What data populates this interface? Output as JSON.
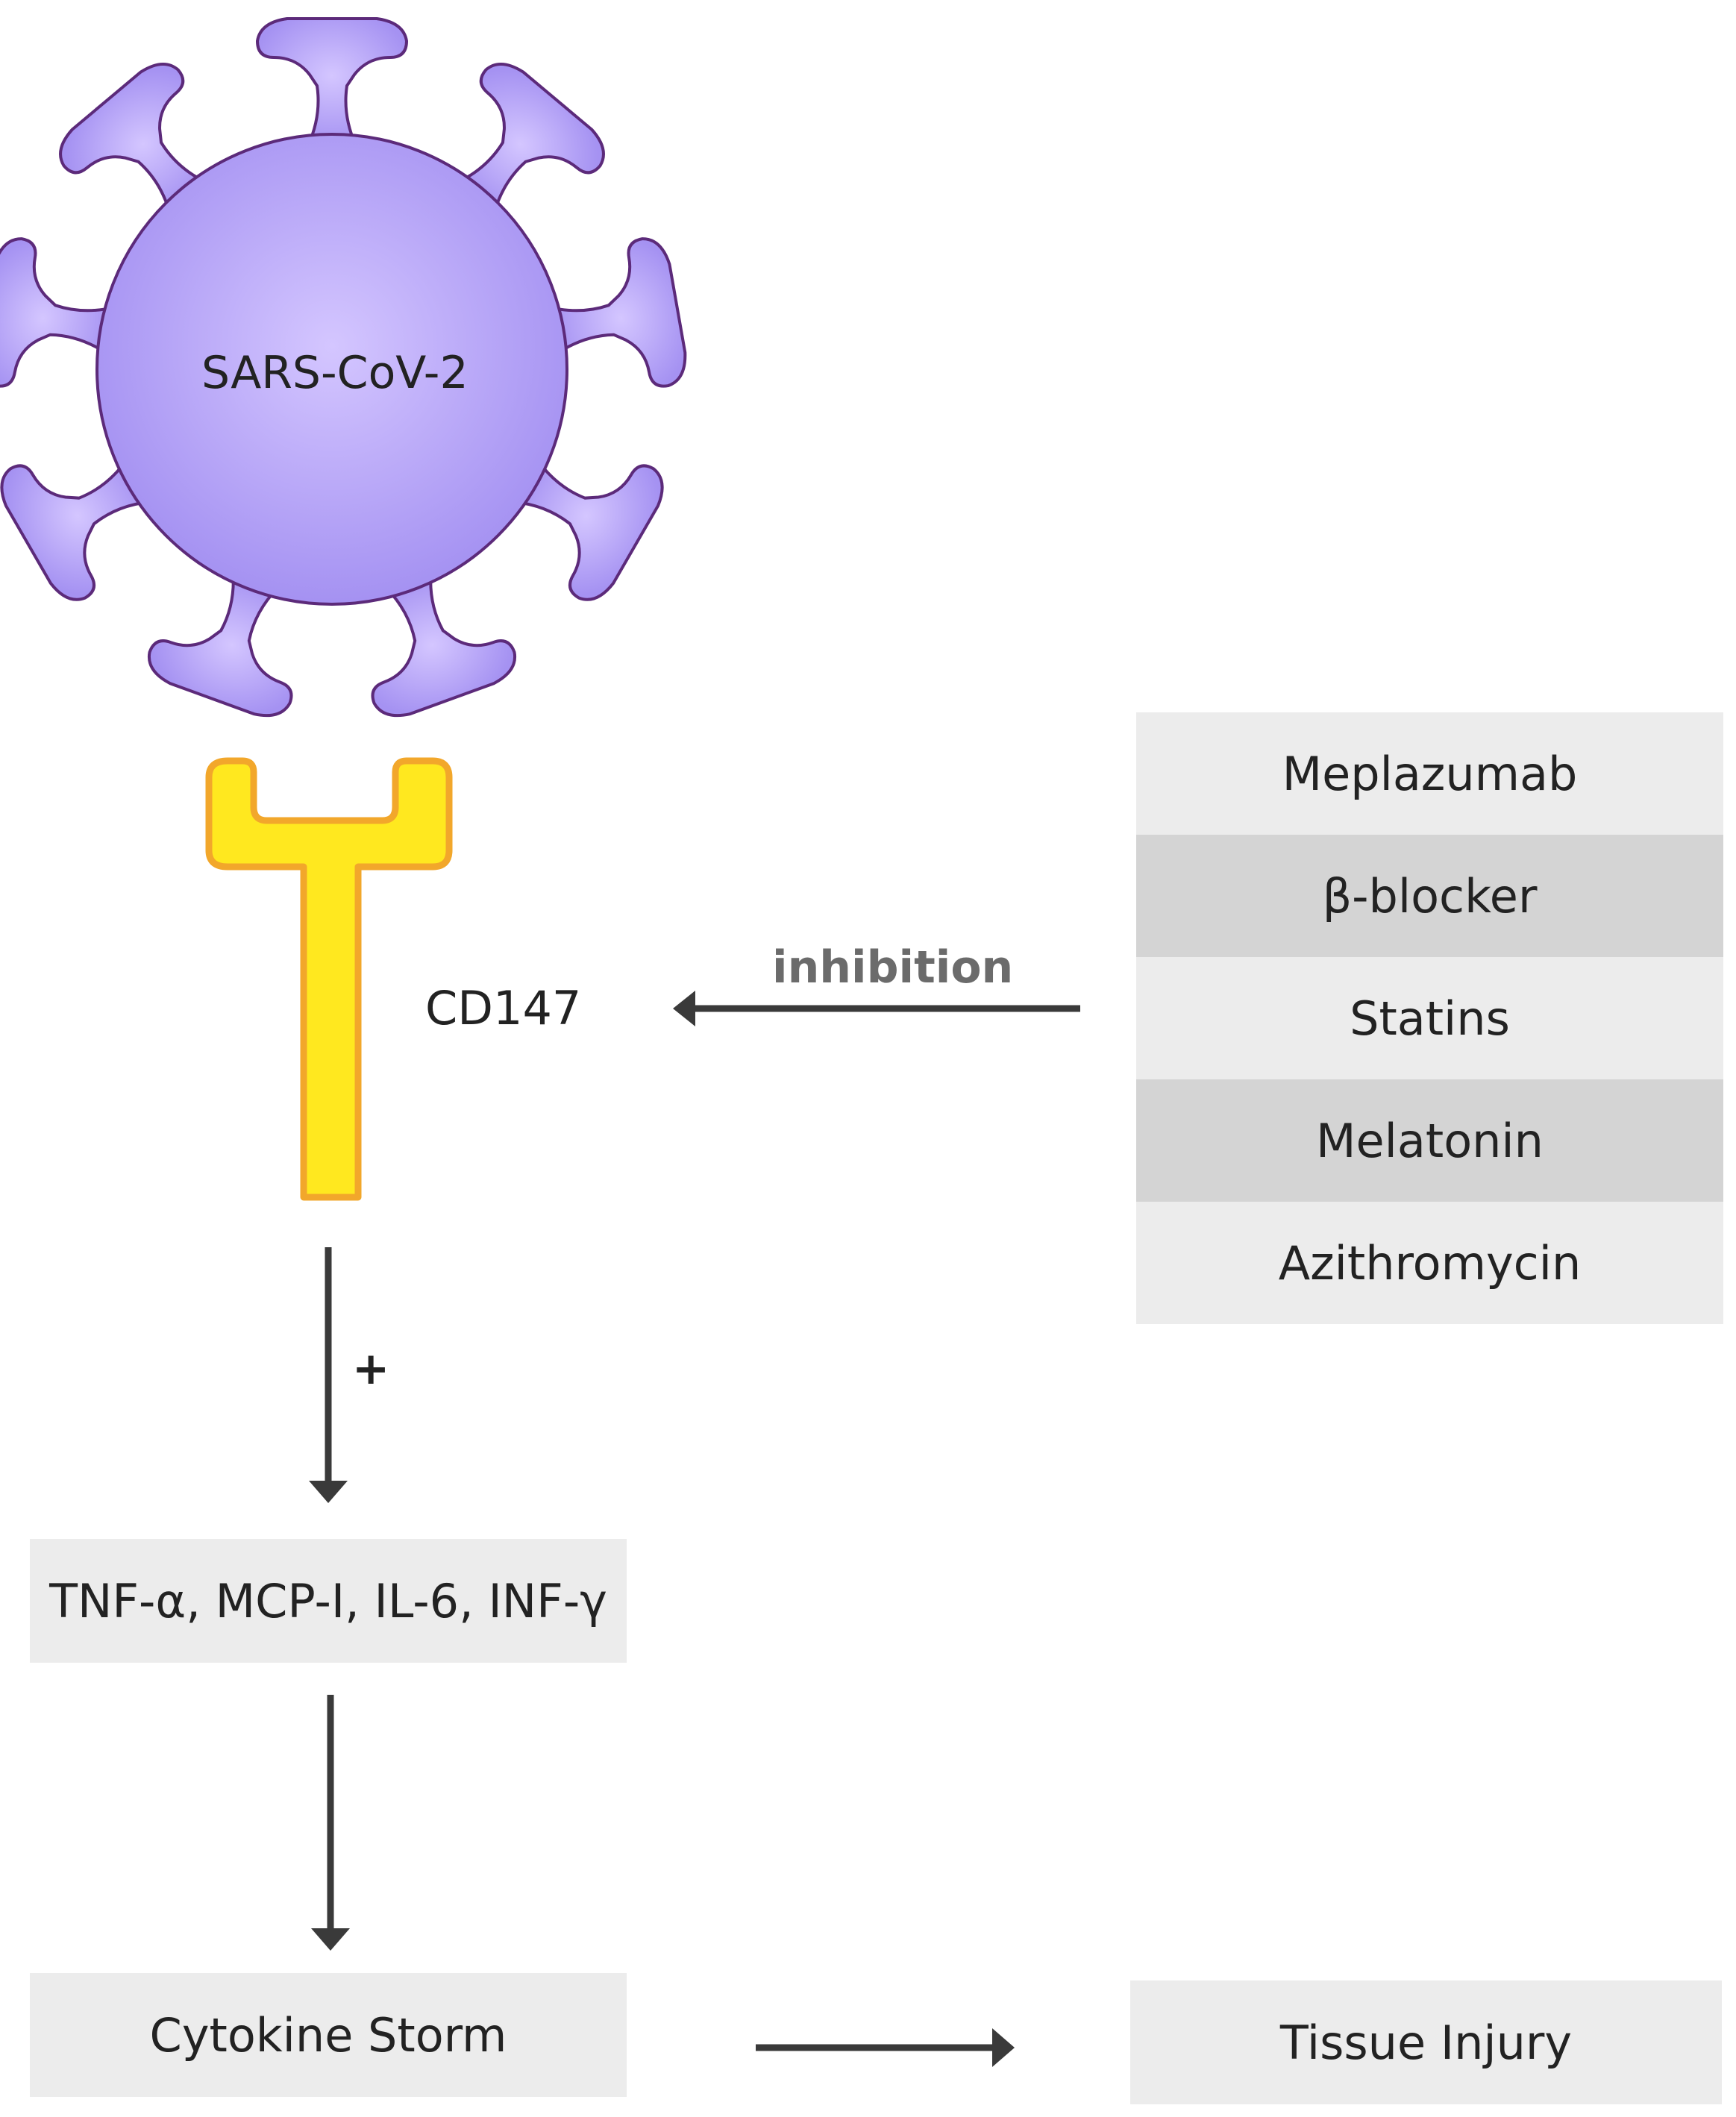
{
  "virus": {
    "label": "SARS-CoV-2",
    "fill": "#b3a1f5",
    "stroke": "#5c2a7a"
  },
  "receptor": {
    "label": "CD147",
    "fill": "#ffe81f",
    "stroke": "#f2a72b"
  },
  "inhibition": {
    "label": "inhibition",
    "color": "#6b6b6b"
  },
  "activation": {
    "label": "+"
  },
  "drugs": [
    {
      "label": "Meplazumab",
      "shade": "#ececec"
    },
    {
      "label": "β-blocker",
      "shade": "#d4d4d4"
    },
    {
      "label": "Statins",
      "shade": "#ececec"
    },
    {
      "label": "Melatonin",
      "shade": "#d4d4d4"
    },
    {
      "label": "Azithromycin",
      "shade": "#ececec"
    }
  ],
  "cytokines": {
    "label": "TNF-α, MCP-I, IL-6, INF-γ"
  },
  "storm": {
    "label": "Cytokine Storm"
  },
  "injury": {
    "label": "Tissue Injury"
  },
  "colors": {
    "arrow": "#3a3a3a",
    "box": "#ececec"
  }
}
